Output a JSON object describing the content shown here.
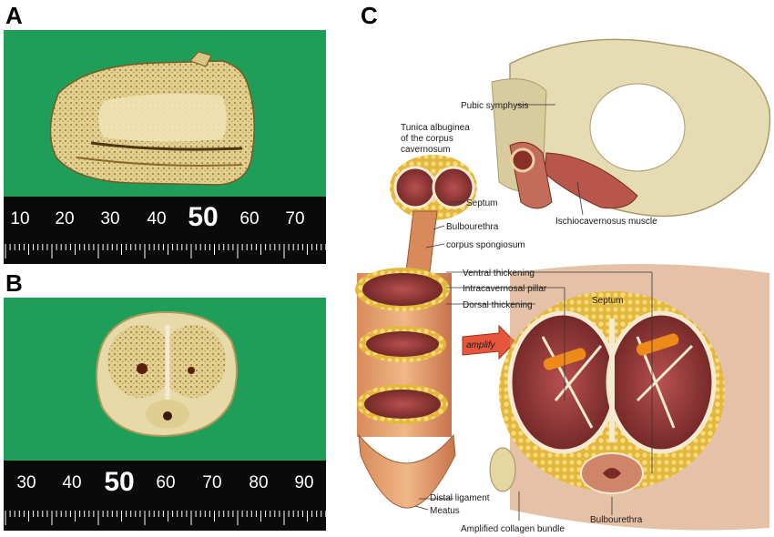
{
  "panels": {
    "a": {
      "letter": "A",
      "ruler_ticks": [
        "10",
        "20",
        "30",
        "40",
        "50",
        "60",
        "70"
      ],
      "highlight_tick": "50"
    },
    "b": {
      "letter": "B",
      "ruler_ticks": [
        "30",
        "40",
        "50",
        "60",
        "70",
        "80",
        "90"
      ],
      "highlight_tick": "50"
    },
    "c": {
      "letter": "C",
      "labels": {
        "pubic_symphysis": "Pubic symphysis",
        "tunica_line1": "Tunica albuginea",
        "tunica_line2": "of the corpus",
        "tunica_line3": "cavernosum",
        "septum_top": "Septum",
        "bulbourethra_top": "Bulbourethra",
        "ischiocavernosus": "Ischiocavernosus muscle",
        "corpus_spongiosum": "corpus spongiosum",
        "ventral_thickening": "Ventral thickening",
        "intracavernosal_pillar": "Intracavernosal pillar",
        "septum_main": "Septum",
        "dorsal_thickening": "Dorsal thickening",
        "amplify": "amplify",
        "distal_ligament": "Distal ligament",
        "meatus": "Meatus",
        "amplified_collagen": "Amplified collagen bundle",
        "bulbourethra_main": "Bulbourethra"
      }
    }
  },
  "colors": {
    "photo_green": "#1f9e5a",
    "ruler_black": "#0a0a0a",
    "tissue_yellow": "#e8d9a8",
    "muscle_red": "#9c3a3a",
    "fat_yellow": "#e9c24a",
    "bone": "#d8cc9e",
    "amplify_orange": "#e8553a"
  }
}
